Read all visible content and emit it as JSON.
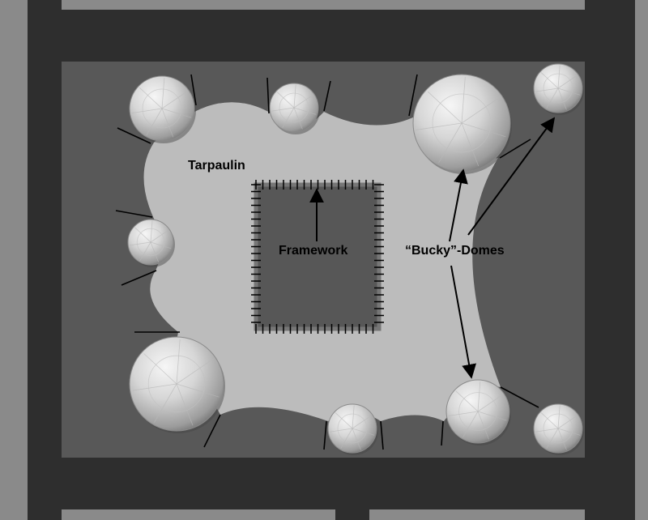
{
  "labels": {
    "tarpaulin": "Tarpaulin",
    "framework": "Framework",
    "domes": "“Bucky”-Domes"
  },
  "colors": {
    "outer_background": "#8a8a8a",
    "frame_dark": "#2e2e2e",
    "floor": "#585858",
    "tarpaulin": "#bcbcbc",
    "framework_fill": "#575757",
    "dome_light": "#f4f4f4",
    "dome_dark": "#7a7a7a",
    "line": "#000000"
  },
  "icons": {
    "dome": "geodesic-dome-icon",
    "arrow": "arrow-icon"
  }
}
